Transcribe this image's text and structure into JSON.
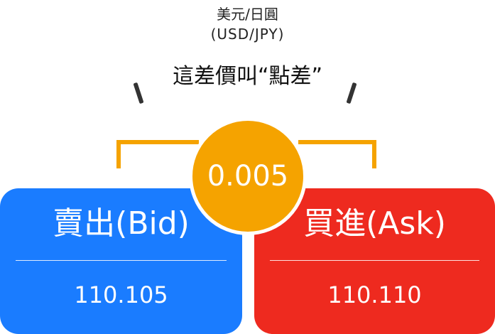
{
  "header": {
    "pair_name": "美元/日圓",
    "pair_code": "(USD/JPY)",
    "spread_caption": "這差價叫“點差”"
  },
  "spread": {
    "value": "0.005",
    "color": "#f5a300"
  },
  "bid": {
    "title": "賣出(Bid)",
    "price": "110.105",
    "color": "#1a7cff"
  },
  "ask": {
    "title": "買進(Ask)",
    "price": "110.110",
    "color": "#ee2a1f"
  }
}
